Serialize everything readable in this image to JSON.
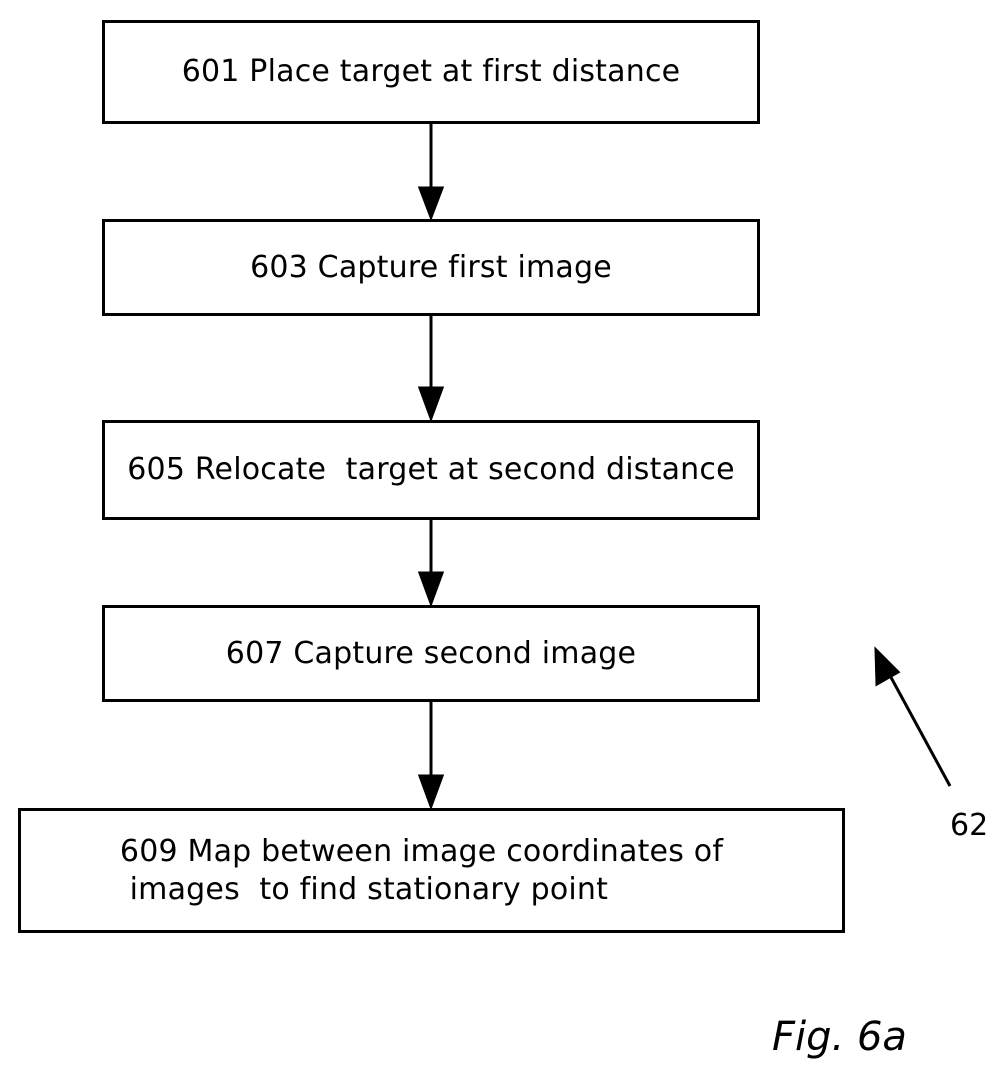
{
  "steps": [
    {
      "id": "601",
      "text": "601 Place target at first distance"
    },
    {
      "id": "603",
      "text": "603 Capture first image"
    },
    {
      "id": "605",
      "text": "605 Relocate  target at second distance"
    },
    {
      "id": "607",
      "text": "607 Capture second image"
    },
    {
      "id": "609",
      "text": "609 Map between image coordinates of\n images  to find stationary point"
    }
  ],
  "reference_numeral": "62",
  "figure_label": "Fig. 6a"
}
